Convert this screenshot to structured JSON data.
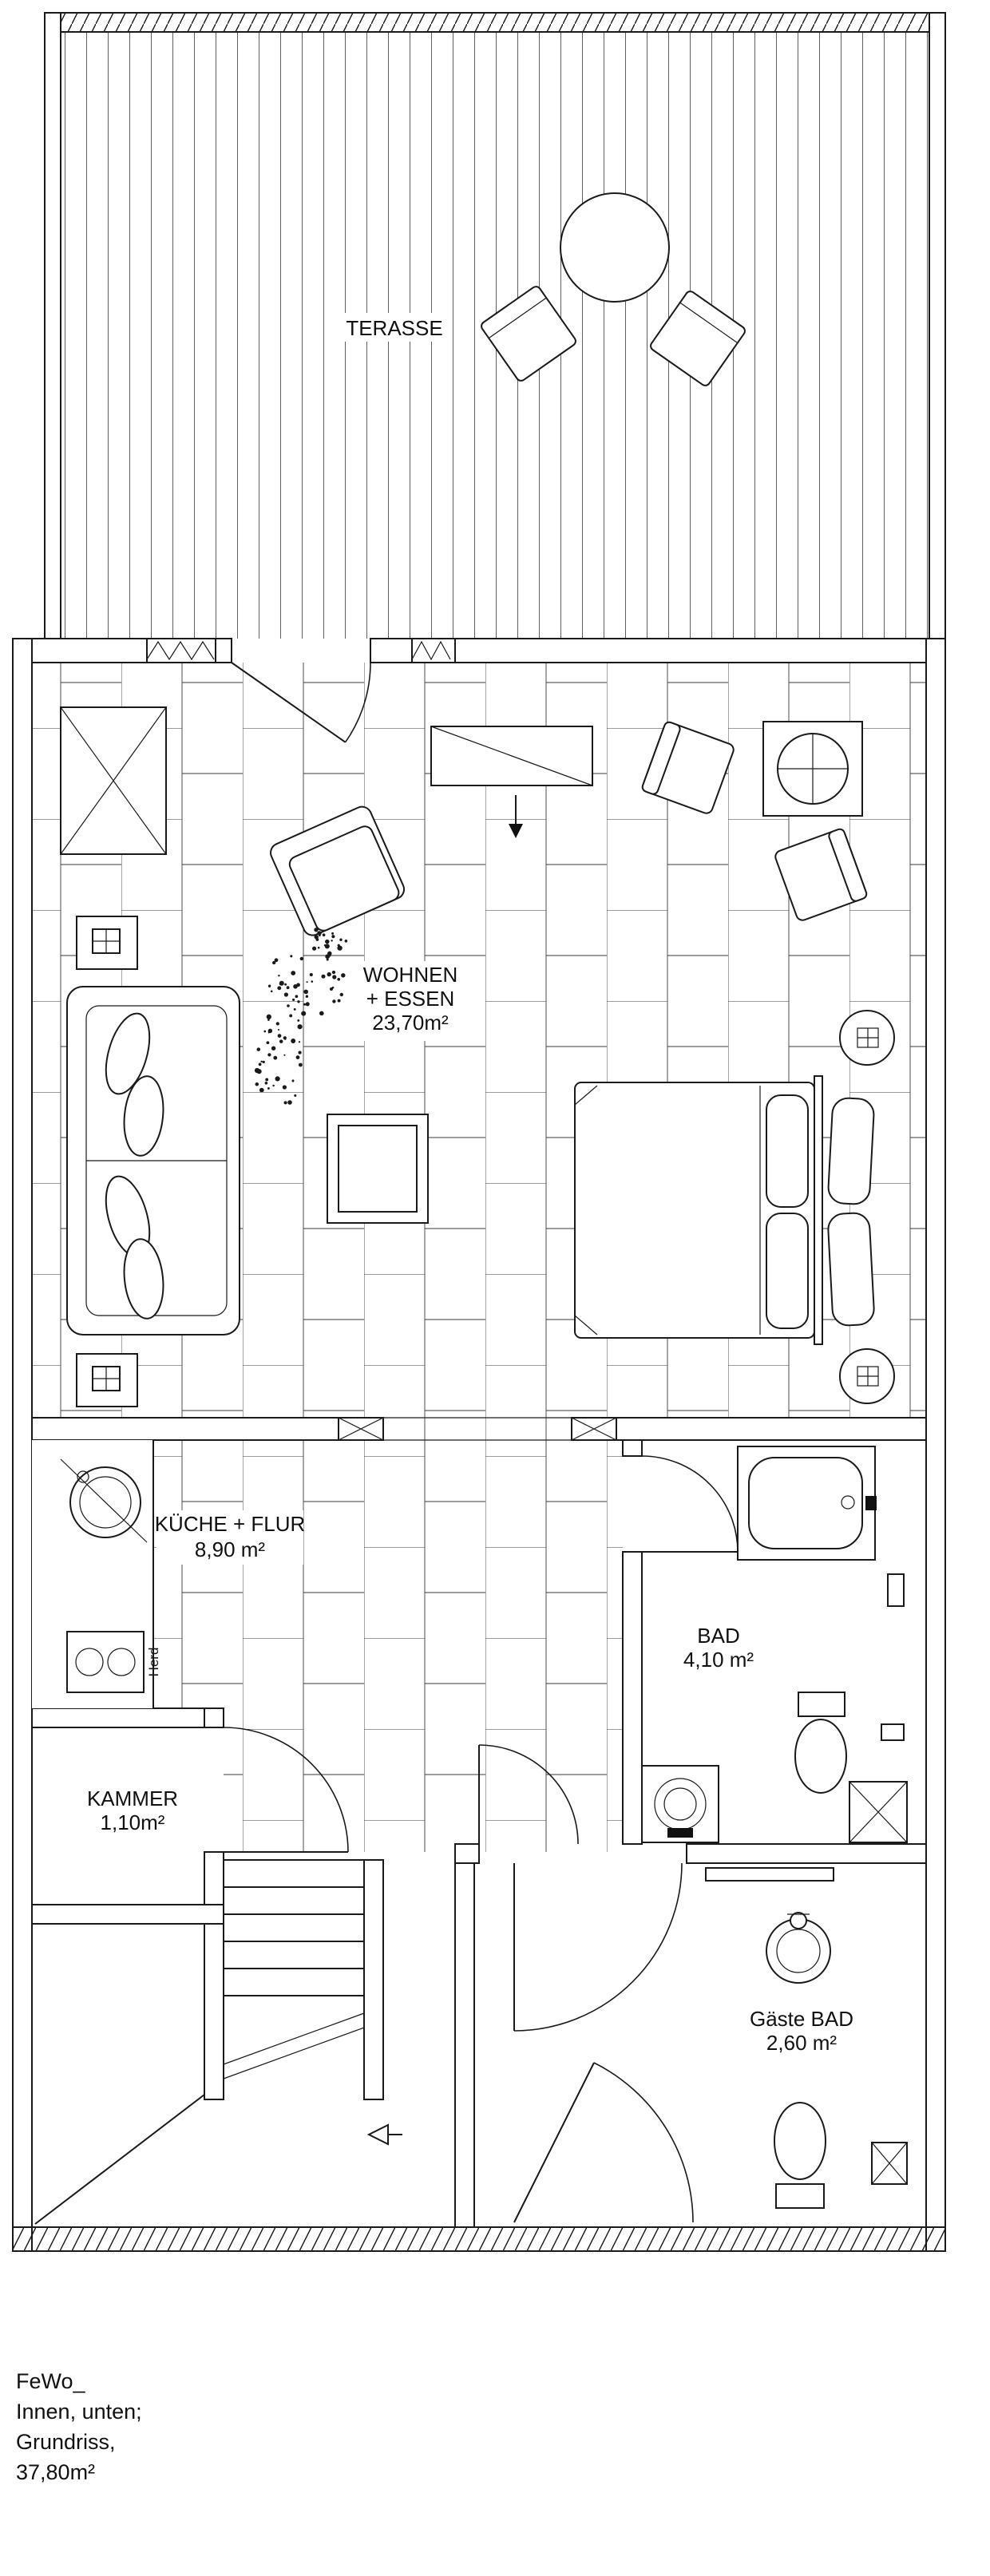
{
  "plan": {
    "terrace": {
      "label": "TERASSE"
    },
    "living": {
      "name": "WOHNEN",
      "name2": "+ ESSEN",
      "area": "23,70m²"
    },
    "kitchen": {
      "name": "KÜCHE + FLUR",
      "area": "8,90 m²"
    },
    "bath": {
      "name": "BAD",
      "area": "4,10 m²"
    },
    "chamber": {
      "name": "KAMMER",
      "area": "1,10m²"
    },
    "guest_bath": {
      "name": "Gäste BAD",
      "area": "2,60 m²"
    },
    "stove": {
      "label": "Herd"
    }
  },
  "footer": {
    "line1": "FeWo_",
    "line2": "Innen, unten;",
    "line3": "Grundriss,",
    "line4": "37,80m²"
  },
  "colors": {
    "ink": "#1a1a1a",
    "paper": "#ffffff"
  }
}
